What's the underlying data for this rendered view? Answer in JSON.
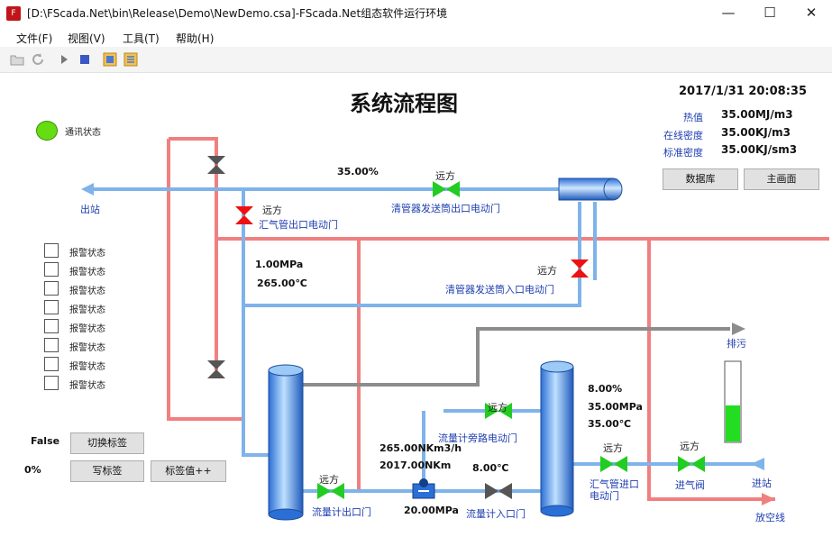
{
  "window": {
    "title": "[D:\\FScada.Net\\bin\\Release\\Demo\\NewDemo.csa]-FScada.Net组态软件运行环境",
    "icon_name": "fscada-app-icon",
    "controls": [
      "minimize-icon",
      "maximize-icon",
      "close-icon"
    ]
  },
  "menu": {
    "items": [
      "文件(F)",
      "视图(V)",
      "工具(T)",
      "帮助(H)"
    ]
  },
  "toolbar": {
    "icons": [
      "open-icon",
      "refresh-icon",
      "play-icon",
      "stop-icon",
      "tag-window-icon",
      "tag-list-icon"
    ]
  },
  "header": {
    "title": "系统流程图",
    "datetime": "2017/1/31 20:08:35"
  },
  "info": {
    "rows": [
      {
        "label": "热值",
        "value": "35.00MJ/m3"
      },
      {
        "label": "在线密度",
        "value": "35.00KJ/m3"
      },
      {
        "label": "标准密度",
        "value": "35.00KJ/sm3"
      }
    ],
    "database_button": "数据库",
    "main_button": "主画面"
  },
  "comm": {
    "label": "通讯状态",
    "color": "#66dd11"
  },
  "alarms": [
    "报警状态",
    "报警状态",
    "报警状态",
    "报警状态",
    "报警状态",
    "报警状态",
    "报警状态",
    "报警状态"
  ],
  "controls": {
    "bool_value": "False",
    "toggle_button": "切换标签",
    "percent_value": "0%",
    "write_button": "写标签",
    "increment_button": "标签值++"
  },
  "process": {
    "top_percent": "35.00%",
    "outlet_label": "出站",
    "pressure_left": "1.00MPa",
    "temp_left": "265.00℃",
    "remote": "远方",
    "valve_collector_out": "汇气管出口电动门",
    "valve_pig_send_out": "清管器发送筒出口电动门",
    "valve_pig_send_in": "清管器发送筒入口电动门",
    "drain_label": "排污",
    "vessel_percent": "8.00%",
    "vessel_pressure": "35.00MPa",
    "vessel_temp": "35.00℃",
    "level_fill": 0.45,
    "valve_bypass": "流量计旁路电动门",
    "flow_total": "265.00NKm3/h",
    "flow_rate": "2017.00NKm",
    "flow_temp": "8.00℃",
    "flow_pressure": "20.00MPa",
    "valve_meter_out": "流量计出口门",
    "valve_meter_in": "流量计入口门",
    "valve_collector_in": "汇气管进口电动门",
    "valve_intake": "进气阀",
    "inlet_label": "进站",
    "vent_label": "放空线",
    "colors": {
      "gas_pipe": "#7fb3ea",
      "hot_pipe": "#f08080",
      "drain_pipe": "#8c8c8c",
      "valve_green": "#22cc22",
      "valve_red": "#ee1111",
      "valve_gray": "#555555",
      "level": "#22dd22"
    }
  }
}
